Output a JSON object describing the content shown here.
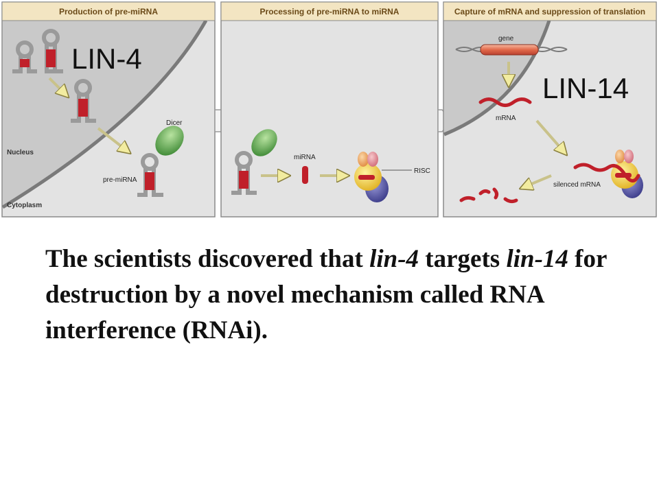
{
  "panels": [
    {
      "header": "Production of pre-miRNA"
    },
    {
      "header": "Processing of pre-miRNA to miRNA"
    },
    {
      "header": "Capture of mRNA and suppression of translation"
    }
  ],
  "labels": {
    "lin4": "LIN-4",
    "lin14": "LIN-14",
    "nucleus": "Nucleus",
    "cytoplasm": "Cytoplasm",
    "dicer": "Dicer",
    "pre_mirna": "pre-miRNA",
    "mirna": "miRNA",
    "risc": "RISC",
    "gene": "gene",
    "mrna": "mRNA",
    "silenced_mrna": "silenced mRNA"
  },
  "caption": {
    "part1": "The scientists discovered that ",
    "lin4": "lin-4",
    "part2": " targets ",
    "lin14": "lin-14",
    "part3": " for destruction by a novel mechanism called RNA interference (RNAi)."
  },
  "colors": {
    "header_bg": "#f3e5c2",
    "header_text": "#6b4a18",
    "nucleus_fill": "#c9c9c9",
    "cytoplasm_fill": "#e3e3e3",
    "rna_red": "#c0202a",
    "arrow_yellow": "#f2eca0",
    "dicer_green": "#5faa4a",
    "risc_yellow": "#f4d44a",
    "risc_purple": "#5a5aa8",
    "risc_pink": "#e79aa4"
  }
}
